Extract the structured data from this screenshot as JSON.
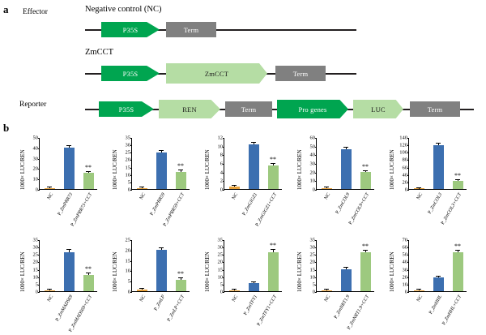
{
  "figure": {
    "panel_a_label": "a",
    "panel_b_label": "b"
  },
  "panel_a": {
    "rows": [
      {
        "role": "Effector",
        "title": "Negative control (NC)",
        "elements": [
          {
            "name": "P35S",
            "type": "promoter"
          },
          {
            "name": "Term",
            "type": "terminator"
          }
        ]
      },
      {
        "role": "",
        "title": "ZmCCT",
        "elements": [
          {
            "name": "P35S",
            "type": "promoter"
          },
          {
            "name": "ZmCCT",
            "type": "gene"
          },
          {
            "name": "Term",
            "type": "terminator"
          }
        ]
      },
      {
        "role": "Reporter",
        "title": "",
        "elements": [
          {
            "name": "P35S",
            "type": "promoter"
          },
          {
            "name": "REN",
            "type": "gene"
          },
          {
            "name": "Term",
            "type": "terminator"
          },
          {
            "name": "Pro genes",
            "type": "promoter"
          },
          {
            "name": "LUC",
            "type": "gene"
          },
          {
            "name": "Term",
            "type": "terminator"
          }
        ]
      }
    ]
  },
  "colors": {
    "green_dark": "#00a550",
    "green_light": "#b5dda4",
    "gray": "#808080",
    "bar_nc": "#e8a33d",
    "bar_blue": "#3c6fb0",
    "bar_green": "#9dc97f",
    "axis": "#000000"
  },
  "chart_data": [
    {
      "type": "bar",
      "id": "chart-1",
      "ylabel": "1000× LUC/REN",
      "ylim": [
        0,
        50
      ],
      "yticks": [
        0,
        10,
        20,
        30,
        40,
        50
      ],
      "categories": [
        "NC",
        "P_ZmPRR73",
        "P_ZmPRR73+CCT"
      ],
      "values": [
        0.8,
        39.5,
        15.5
      ],
      "errors": [
        0.4,
        1.6,
        1.2
      ],
      "colors": [
        "#e8a33d",
        "#3c6fb0",
        "#9dc97f"
      ],
      "annotations": [
        {
          "category": "P_ZmPRR73+CCT",
          "text": "**"
        }
      ]
    },
    {
      "type": "bar",
      "id": "chart-2",
      "ylabel": "1000× LUC/REN",
      "ylim": [
        0,
        35
      ],
      "yticks": [
        0,
        5,
        10,
        15,
        20,
        25,
        30,
        35
      ],
      "categories": [
        "NC",
        "P_ZmPRR59",
        "P_ZmPRR59+CCT"
      ],
      "values": [
        0.6,
        24.5,
        11.5
      ],
      "errors": [
        0.4,
        1.2,
        1.0
      ],
      "colors": [
        "#e8a33d",
        "#3c6fb0",
        "#9dc97f"
      ],
      "annotations": [
        {
          "category": "P_ZmPRR59+CCT",
          "text": "**"
        }
      ]
    },
    {
      "type": "bar",
      "id": "chart-3",
      "ylabel": "1000× LUC/REN",
      "ylim": [
        0,
        12
      ],
      "yticks": [
        0,
        2,
        4,
        6,
        8,
        10,
        12
      ],
      "categories": [
        "NC",
        "P_ZmGIGZ1",
        "P_ZmGIGZ1+CCT"
      ],
      "values": [
        0.5,
        10.3,
        5.4
      ],
      "errors": [
        0.3,
        0.45,
        0.4
      ],
      "colors": [
        "#e8a33d",
        "#3c6fb0",
        "#9dc97f"
      ],
      "annotations": [
        {
          "category": "P_ZmGIGZ1+CCT",
          "text": "**"
        }
      ]
    },
    {
      "type": "bar",
      "id": "chart-4",
      "ylabel": "1000× LUC/REN",
      "ylim": [
        0,
        60
      ],
      "yticks": [
        0,
        10,
        20,
        30,
        40,
        50,
        60
      ],
      "categories": [
        "NC",
        "P_ZmCOL9",
        "P_ZmCOL9+CCT"
      ],
      "values": [
        0.8,
        46.0,
        19.5
      ],
      "errors": [
        0.5,
        2.0,
        1.3
      ],
      "colors": [
        "#e8a33d",
        "#3c6fb0",
        "#9dc97f"
      ],
      "annotations": [
        {
          "category": "P_ZmCOL9+CCT",
          "text": "**"
        }
      ]
    },
    {
      "type": "bar",
      "id": "chart-5",
      "ylabel": "1000× LUC/REN",
      "ylim": [
        0,
        140
      ],
      "yticks": [
        0,
        20,
        40,
        60,
        80,
        100,
        120,
        140
      ],
      "categories": [
        "NC",
        "P_ZmCOL3",
        "P_ZmCOL3+CCT"
      ],
      "values": [
        1.5,
        118.0,
        22.0
      ],
      "errors": [
        1.0,
        4.0,
        2.0
      ],
      "colors": [
        "#e8a33d",
        "#3c6fb0",
        "#9dc97f"
      ],
      "annotations": [
        {
          "category": "P_ZmCOL3+CCT",
          "text": "**"
        }
      ]
    },
    {
      "type": "bar",
      "id": "chart-6",
      "ylabel": "1000× LUC/REN",
      "ylim": [
        0,
        35
      ],
      "yticks": [
        0,
        5,
        10,
        15,
        20,
        25,
        30,
        35
      ],
      "categories": [
        "NC",
        "P_ZmMADS69",
        "P_ZmMADS69+CCT"
      ],
      "values": [
        0.8,
        26.5,
        11.0
      ],
      "errors": [
        0.5,
        1.2,
        1.0
      ],
      "colors": [
        "#e8a33d",
        "#3c6fb0",
        "#9dc97f"
      ],
      "annotations": [
        {
          "category": "P_ZmMADS69+CCT",
          "text": "**"
        }
      ]
    },
    {
      "type": "bar",
      "id": "chart-7",
      "ylabel": "1000× LUC/REN",
      "ylim": [
        0,
        25
      ],
      "yticks": [
        0,
        5,
        10,
        15,
        20,
        25
      ],
      "categories": [
        "NC",
        "P_ZmLP",
        "P_ZmLP+CCT"
      ],
      "values": [
        0.6,
        20.0,
        5.5
      ],
      "errors": [
        0.4,
        0.8,
        0.6
      ],
      "colors": [
        "#e8a33d",
        "#3c6fb0",
        "#9dc97f"
      ],
      "annotations": [
        {
          "category": "P_ZmLP+CCT",
          "text": "**"
        }
      ]
    },
    {
      "type": "bar",
      "id": "chart-8",
      "ylabel": "1000× LUC/REN",
      "ylim": [
        0,
        35
      ],
      "yticks": [
        0,
        5,
        10,
        15,
        20,
        25,
        30,
        35
      ],
      "categories": [
        "NC",
        "P_ZmTFY1",
        "P_ZmTFY1+CCT"
      ],
      "values": [
        0.6,
        5.5,
        26.5
      ],
      "errors": [
        0.3,
        0.5,
        1.3
      ],
      "colors": [
        "#e8a33d",
        "#3c6fb0",
        "#9dc97f"
      ],
      "annotations": [
        {
          "category": "P_ZmTFY1+CCT",
          "text": "**"
        }
      ]
    },
    {
      "type": "bar",
      "id": "chart-9",
      "ylabel": "1000× LUC/REN",
      "ylim": [
        0,
        35
      ],
      "yticks": [
        0,
        5,
        10,
        15,
        20,
        25,
        30,
        35
      ],
      "categories": [
        "NC",
        "P_ZmNRT1.9",
        "P_ZmNRT1.9+CCT"
      ],
      "values": [
        0.6,
        15.0,
        26.0
      ],
      "errors": [
        0.3,
        1.0,
        1.3
      ],
      "colors": [
        "#e8a33d",
        "#3c6fb0",
        "#9dc97f"
      ],
      "annotations": [
        {
          "category": "P_ZmNRT1.9+CCT",
          "text": "**"
        }
      ]
    },
    {
      "type": "bar",
      "id": "chart-10",
      "ylabel": "1000× LUC/REN",
      "ylim": [
        0,
        70
      ],
      "yticks": [
        0,
        10,
        20,
        30,
        40,
        50,
        60,
        70
      ],
      "categories": [
        "NC",
        "P_ZmHHL",
        "P_ZmHHL+CCT"
      ],
      "values": [
        1.0,
        19.0,
        52.0
      ],
      "errors": [
        0.6,
        1.2,
        2.5
      ],
      "colors": [
        "#e8a33d",
        "#3c6fb0",
        "#9dc97f"
      ],
      "annotations": [
        {
          "category": "P_ZmHHL+CCT",
          "text": "**"
        }
      ]
    }
  ]
}
